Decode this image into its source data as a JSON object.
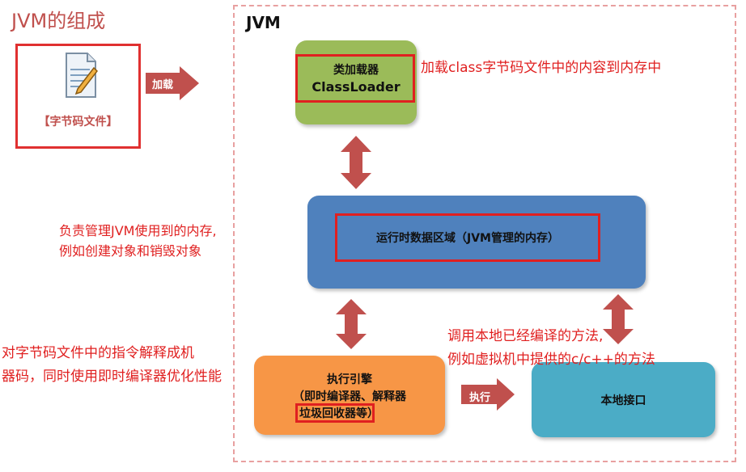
{
  "title": "JVM的组成",
  "bytecode_file": {
    "label": "【字节码文件】",
    "icon": "document-pencil-icon"
  },
  "load_arrow": {
    "label": "加载"
  },
  "jvm": {
    "label": "JVM"
  },
  "classloader": {
    "label_cn": "类加载器",
    "label_en": "ClassLoader",
    "note": "加载class字节码文件中的内容到内存中"
  },
  "runtime_area": {
    "label": "运行时数据区域（JVM管理的内存）",
    "note_line1": "负责管理JVM使用到的内存,",
    "note_line2": "例如创建对象和销毁对象"
  },
  "execution_engine": {
    "title": "执行引擎",
    "line1": "（即时编译器、解释器",
    "line2": "垃圾回收器等）",
    "note_line1": "对字节码文件中的指令解释成机",
    "note_line2": "器码，同时使用即时编译器优化性能"
  },
  "native_interface": {
    "label": "本地接口",
    "note_line1": "调用本地已经编译的方法,",
    "note_line2": "例如虚拟机中提供的c/c++的方法"
  },
  "exec_arrow": {
    "label": "执行"
  },
  "colors": {
    "highlight_red": "#e02020",
    "classloader_green": "#9bbb59",
    "runtime_blue": "#4f81bd",
    "engine_orange": "#f79646",
    "native_teal": "#4bacc6",
    "arrow_red": "#c0504d"
  }
}
